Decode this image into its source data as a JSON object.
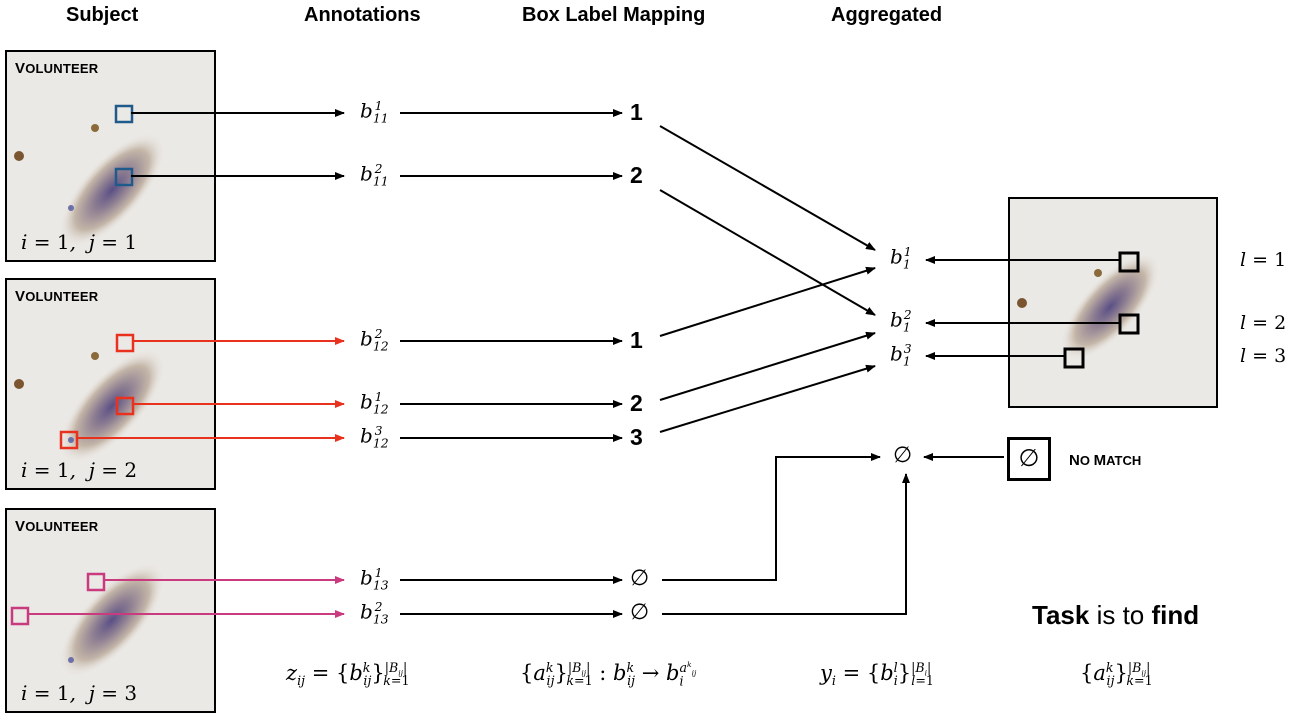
{
  "headers": {
    "subject": "Subject",
    "annotations": "Annotations",
    "mapping": "Box Label Mapping",
    "aggregated": "Aggregated"
  },
  "panels": [
    {
      "label_first": "V",
      "label_rest": "OLUNTEER",
      "i": "1",
      "j": "1"
    },
    {
      "label_first": "V",
      "label_rest": "OLUNTEER",
      "i": "1",
      "j": "2"
    },
    {
      "label_first": "V",
      "label_rest": "OLUNTEER",
      "i": "1",
      "j": "3"
    }
  ],
  "annotations": [
    {
      "base": "b",
      "sub": "11",
      "sup": "1"
    },
    {
      "base": "b",
      "sub": "11",
      "sup": "2"
    },
    {
      "base": "b",
      "sub": "12",
      "sup": "2"
    },
    {
      "base": "b",
      "sub": "12",
      "sup": "1"
    },
    {
      "base": "b",
      "sub": "12",
      "sup": "3"
    },
    {
      "base": "b",
      "sub": "13",
      "sup": "1"
    },
    {
      "base": "b",
      "sub": "13",
      "sup": "2"
    }
  ],
  "mapping": [
    "1",
    "2",
    "1",
    "2",
    "3",
    "∅",
    "∅"
  ],
  "aggregated": [
    {
      "base": "b",
      "sub": "1",
      "sup": "1"
    },
    {
      "base": "b",
      "sub": "1",
      "sup": "2"
    },
    {
      "base": "b",
      "sub": "1",
      "sup": "3"
    }
  ],
  "aggregated_empty": "∅",
  "result_labels": [
    {
      "var": "l",
      "val": "1"
    },
    {
      "var": "l",
      "val": "2"
    },
    {
      "var": "l",
      "val": "3"
    }
  ],
  "no_match": {
    "symbol": "∅",
    "label_first_1": "N",
    "label_rest_1": "O",
    "label_first_2": "M",
    "label_rest_2": "ATCH"
  },
  "task": {
    "w1": "Task",
    "w2": " is to ",
    "w3": "find"
  },
  "colors": {
    "volunteer1": "#1f5a8a",
    "volunteer2": "#e8321e",
    "volunteer3": "#c93a7e",
    "aggregate_box": "#000000"
  }
}
